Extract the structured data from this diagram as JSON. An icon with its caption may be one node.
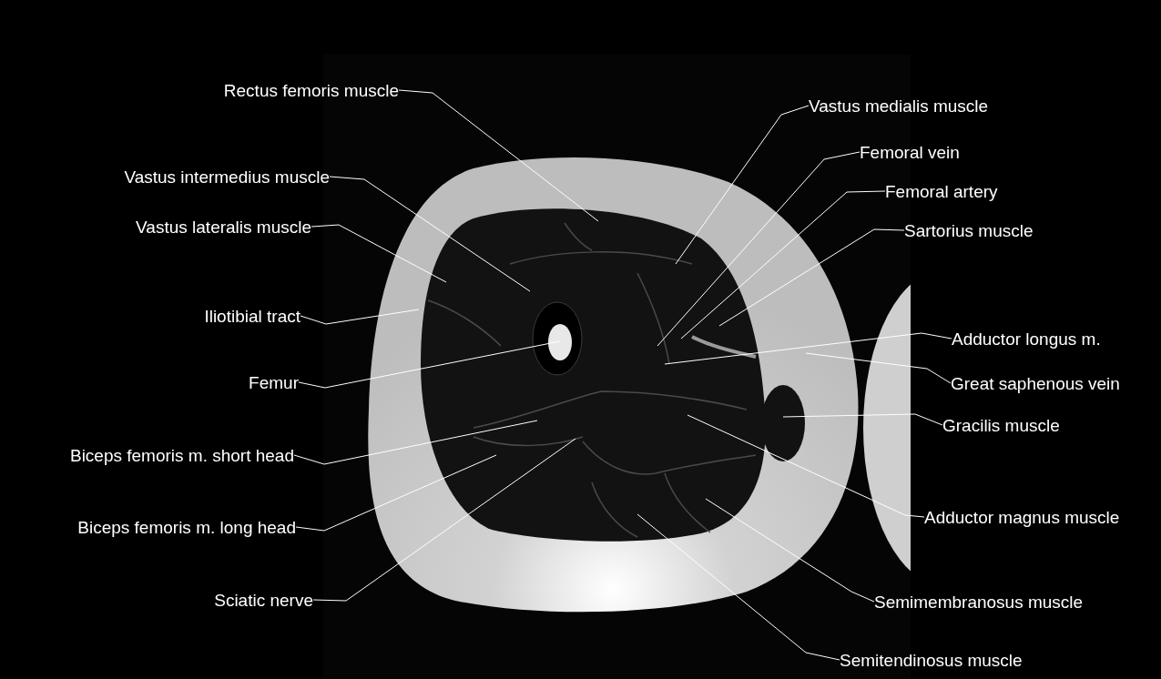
{
  "diagram": {
    "nodes": [
      {
        "text": [
          "Rectus femoris muscle"
        ]
      },
      {
        "text": [
          "Vastus medialis muscle"
        ]
      },
      {
        "text": [
          "Femoral vein"
        ]
      },
      {
        "text": [
          "Vastus intermedius muscle"
        ]
      },
      {
        "text": [
          "Femoral artery"
        ]
      },
      {
        "text": [
          "Vastus lateralis muscle"
        ]
      },
      {
        "text": [
          "Sartorius muscle"
        ]
      },
      {
        "text": [
          "Iliotibial tract"
        ]
      },
      {
        "text": [
          "Adductor longus m."
        ]
      },
      {
        "text": [
          "Femur"
        ]
      },
      {
        "text": [
          "Great saphenous vein"
        ]
      },
      {
        "text": [
          "Gracilis muscle"
        ]
      },
      {
        "text": [
          "Biceps femoris m. short head"
        ]
      },
      {
        "text": [
          "Adductor magnus muscle"
        ]
      },
      {
        "text": [
          "Biceps femoris m. long head"
        ]
      },
      {
        "text": [
          "Sciatic nerve"
        ]
      },
      {
        "text": [
          "Semimembranosus muscle"
        ]
      },
      {
        "text": [
          "Semitendinosus muscle"
        ]
      }
    ],
    "edges": [
      {
        "from": 0,
        "to": null,
        "arrow": "none"
      },
      {
        "from": 1,
        "to": null,
        "arrow": "none"
      },
      {
        "from": 2,
        "to": null,
        "arrow": "none"
      },
      {
        "from": 3,
        "to": null,
        "arrow": "none"
      },
      {
        "from": 4,
        "to": null,
        "arrow": "none"
      },
      {
        "from": 5,
        "to": null,
        "arrow": "none"
      },
      {
        "from": 6,
        "to": null,
        "arrow": "none"
      },
      {
        "from": 7,
        "to": null,
        "arrow": "none"
      },
      {
        "from": 8,
        "to": null,
        "arrow": "none"
      },
      {
        "from": 9,
        "to": null,
        "arrow": "none"
      },
      {
        "from": 10,
        "to": null,
        "arrow": "none"
      },
      {
        "from": 11,
        "to": null,
        "arrow": "none"
      },
      {
        "from": 12,
        "to": null,
        "arrow": "none"
      },
      {
        "from": 13,
        "to": null,
        "arrow": "none"
      },
      {
        "from": 14,
        "to": null,
        "arrow": "none"
      },
      {
        "from": 15,
        "to": null,
        "arrow": "none"
      },
      {
        "from": 16,
        "to": null,
        "arrow": "none"
      },
      {
        "from": 17,
        "to": null,
        "arrow": "none"
      }
    ]
  }
}
